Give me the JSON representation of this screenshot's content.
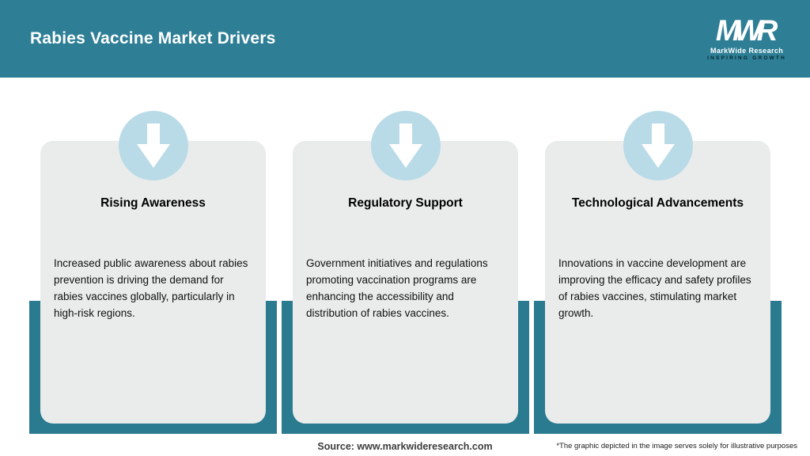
{
  "header": {
    "title": "Rabies Vaccine Market Drivers",
    "logo": {
      "monogram": "MWR",
      "name": "MarkWide Research",
      "tagline": "Inspiring Growth"
    }
  },
  "cards": [
    {
      "title": "Rising Awareness",
      "body": "Increased public awareness about rabies prevention is driving the demand for rabies vaccines globally, particularly in high-risk regions."
    },
    {
      "title": "Regulatory Support",
      "body": "Government initiatives and regulations promoting vaccination programs are enhancing the accessibility and distribution of rabies vaccines."
    },
    {
      "title": "Technological Advancements",
      "body": "Innovations in vaccine development are improving the efficacy and safety profiles of rabies vaccines, stimulating market growth."
    }
  ],
  "footer": {
    "source": "Source: www.markwideresearch.com",
    "disclaimer": "*The graphic depicted in the image serves solely for illustrative purposes"
  },
  "colors": {
    "teal": "#2E7F96",
    "teal_dark": "#2A7A90",
    "card_bg": "#E9ECEB",
    "circle_bg": "#B9DBE7",
    "arrow": "#FFFFFF"
  }
}
